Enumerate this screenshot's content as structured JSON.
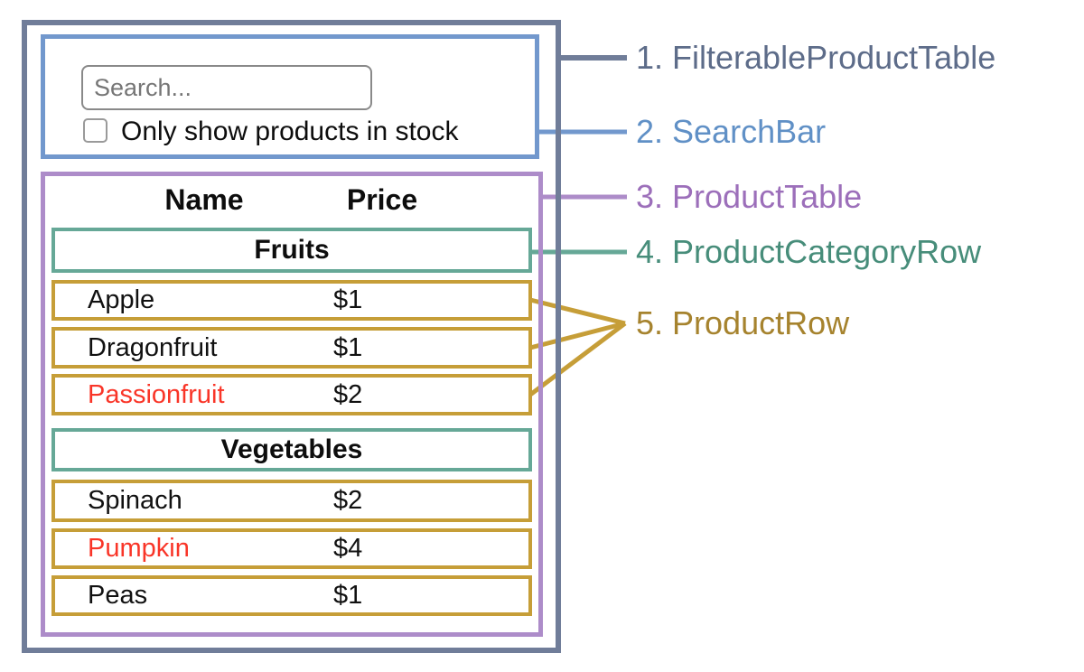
{
  "search_bar": {
    "placeholder": "Search...",
    "checkbox_label": "Only show products in stock",
    "checkbox_checked": false
  },
  "product_table": {
    "headers": {
      "name": "Name",
      "price": "Price"
    },
    "sections": [
      {
        "category": "Fruits",
        "rows": [
          {
            "name": "Apple",
            "price": "$1",
            "name_color": "#111111"
          },
          {
            "name": "Dragonfruit",
            "price": "$1",
            "name_color": "#111111"
          },
          {
            "name": "Passionfruit",
            "price": "$2",
            "name_color": "#f93528"
          }
        ]
      },
      {
        "category": "Vegetables",
        "rows": [
          {
            "name": "Spinach",
            "price": "$2",
            "name_color": "#111111"
          },
          {
            "name": "Pumpkin",
            "price": "$4",
            "name_color": "#f93528"
          },
          {
            "name": "Peas",
            "price": "$1",
            "name_color": "#111111"
          }
        ]
      }
    ]
  },
  "component_labels": [
    {
      "text": "1. FilterableProductTable",
      "color": "#5d6c89"
    },
    {
      "text": "2. SearchBar",
      "color": "#6090c6"
    },
    {
      "text": "3. ProductTable",
      "color": "#9c6fba"
    },
    {
      "text": "4. ProductCategoryRow",
      "color": "#478d7a"
    },
    {
      "text": "5. ProductRow",
      "color": "#a6832e"
    }
  ],
  "colors": {
    "filterable_product_table_border": "#707d99",
    "search_bar_border": "#7298cd",
    "product_table_border": "#ad8cc9",
    "product_category_row_border": "#66a897",
    "product_row_border": "#c69e38",
    "out_of_stock_text": "#f93528",
    "default_text": "#111111"
  }
}
